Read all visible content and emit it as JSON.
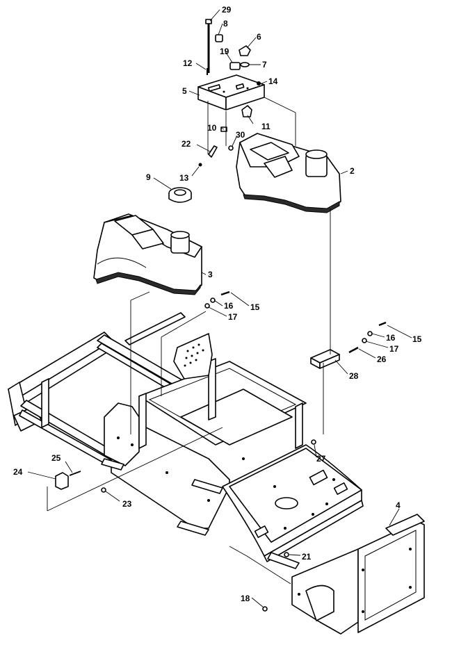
{
  "diagram": {
    "callouts": {
      "p2": "2",
      "p3": "3",
      "p4": "4",
      "p5": "5",
      "p6": "6",
      "p7": "7",
      "p8": "8",
      "p9": "9",
      "p10": "10",
      "p11": "11",
      "p12": "12",
      "p13": "13",
      "p14": "14",
      "p15a": "15",
      "p15b": "15",
      "p16a": "16",
      "p16b": "16",
      "p17a": "17",
      "p17b": "17",
      "p18": "18",
      "p19": "19",
      "p21": "21",
      "p22": "22",
      "p23": "23",
      "p24": "24",
      "p25": "25",
      "p26": "26",
      "p27": "27",
      "p28": "28",
      "p29": "29",
      "p30": "30"
    }
  }
}
